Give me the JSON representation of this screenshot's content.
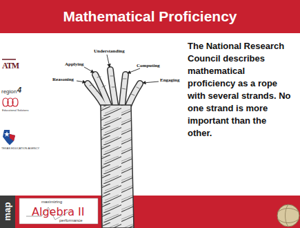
{
  "diagram": {
    "title": "Mathematical Proficiency",
    "labels": [
      "Understanding",
      "Applying",
      "Computing",
      "Reasoning",
      "Engaging",
      "The National Research Council describes mathematical proficiency as a rope with several strands. No one strand is more important than the other.",
      "ATM",
      "region",
      "4",
      "Educational Solutions",
      "TEXAS EDUCATION AGENCY",
      "map",
      "maximizing",
      "Algebra II",
      "performance"
    ]
  }
}
